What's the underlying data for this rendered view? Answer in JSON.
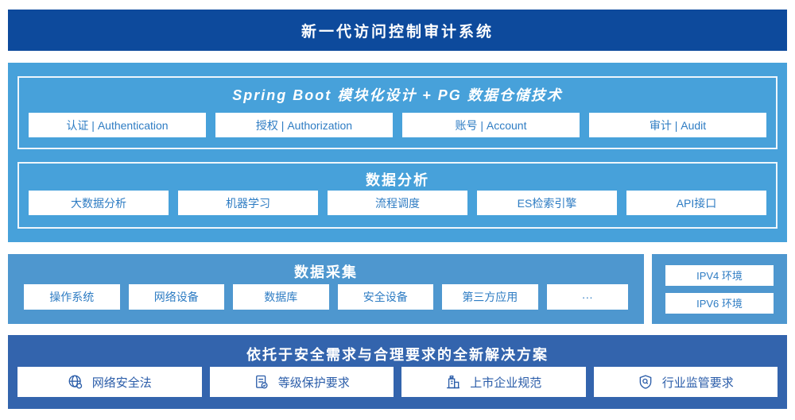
{
  "banner": {
    "title": "新一代访问控制审计系统"
  },
  "platform": {
    "title": "Spring Boot 模块化设计 + PG 数据仓储技术",
    "modules": [
      "认证 | Authentication",
      "授权 | Authorization",
      "账号 | Account",
      "审计 | Audit"
    ]
  },
  "analysis": {
    "title": "数据分析",
    "modules": [
      "大数据分析",
      "机器学习",
      "流程调度",
      "ES检索引擎",
      "API接口"
    ]
  },
  "collection": {
    "title": "数据采集",
    "sources": [
      "操作系统",
      "网络设备",
      "数据库",
      "安全设备",
      "第三方应用",
      "···"
    ]
  },
  "environments": [
    "IPV4 环境",
    "IPV6 环境"
  ],
  "solution": {
    "title": "依托于安全需求与合理要求的全新解决方案",
    "items": [
      {
        "icon": "globe-icon",
        "label": "网络安全法"
      },
      {
        "icon": "document-check-icon",
        "label": "等级保护要求"
      },
      {
        "icon": "building-flag-icon",
        "label": "上市企业规范"
      },
      {
        "icon": "shield-magnifier-icon",
        "label": "行业监管要求"
      }
    ]
  },
  "colors": {
    "banner_top": "#0d4a9c",
    "architecture_bg": "#47a1da",
    "collection_bg": "#4e97cf",
    "banner_bottom": "#3364ad",
    "box_text": "#2e7cc3",
    "solution_text": "#2b5da9"
  }
}
